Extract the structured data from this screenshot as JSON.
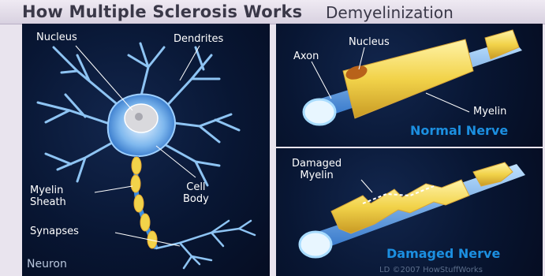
{
  "header": {
    "title": "How Multiple Sclerosis Works",
    "subtitle": "Demyelinization"
  },
  "neuron_panel": {
    "labels": {
      "nucleus": "Nucleus",
      "dendrites": "Dendrites",
      "cell_body_line1": "Cell",
      "cell_body_line2": "Body",
      "myelin_sheath_line1": "Myelin",
      "myelin_sheath_line2": "Sheath",
      "synapses": "Synapses"
    },
    "caption": "Neuron"
  },
  "normal_panel": {
    "labels": {
      "axon": "Axon",
      "nucleus": "Nucleus",
      "myelin": "Myelin"
    },
    "caption": "Normal Nerve"
  },
  "damaged_panel": {
    "labels": {
      "damaged_line1": "Damaged",
      "damaged_line2": "Myelin"
    },
    "caption": "Damaged Nerve"
  },
  "credit": "LD ©2007 HowStuffWorks",
  "colors": {
    "caption_blue": "#1c8fe0",
    "panel_bg": "#081633",
    "myelin_yellow": "#f2d34a",
    "axon_blue": "#3d8de0"
  }
}
